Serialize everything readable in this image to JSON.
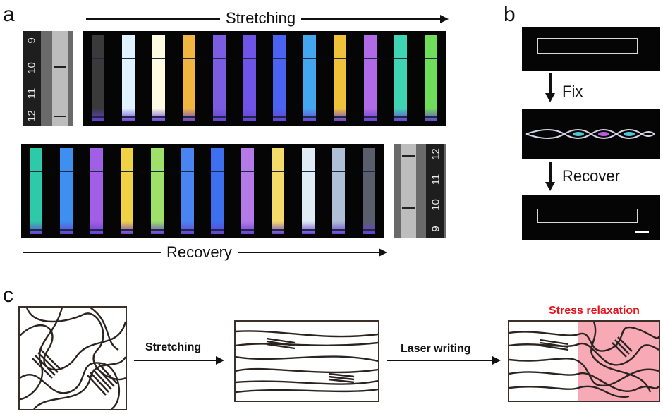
{
  "panels": {
    "a": "a",
    "b": "b",
    "c": "c"
  },
  "panel_a": {
    "stretching_label": "Stretching",
    "recovery_label": "Recovery",
    "ruler_left": [
      "9",
      "10",
      "11",
      "12"
    ],
    "ruler_right": [
      "12",
      "11",
      "10",
      "9"
    ],
    "stretch_strip_colors": [
      "#3a3a3a",
      "#dff2ff",
      "#fffbe0",
      "#f0b640",
      "#7a5de0",
      "#6e55e8",
      "#4a63f2",
      "#45a6f0",
      "#f0c23a",
      "#b06ae6",
      "#3fd4b4",
      "#6fdc5a"
    ],
    "recovery_strip_colors": [
      "#2ec9a8",
      "#3d8ff0",
      "#a05fe4",
      "#f2d245",
      "#9fe06a",
      "#4a84f0",
      "#3d6ff0",
      "#b47be8",
      "#f5dc6a",
      "#e0ecf5",
      "#aebfd6",
      "#5a5e6a"
    ]
  },
  "panel_b": {
    "fix_label": "Fix",
    "recover_label": "Recover"
  },
  "panel_c": {
    "step1_label": "Stretching",
    "step2_label": "Laser writing",
    "relax_label": "Stress relaxation",
    "relax_color": "#f8a9b6",
    "frame_color": "#3b2f2a"
  }
}
